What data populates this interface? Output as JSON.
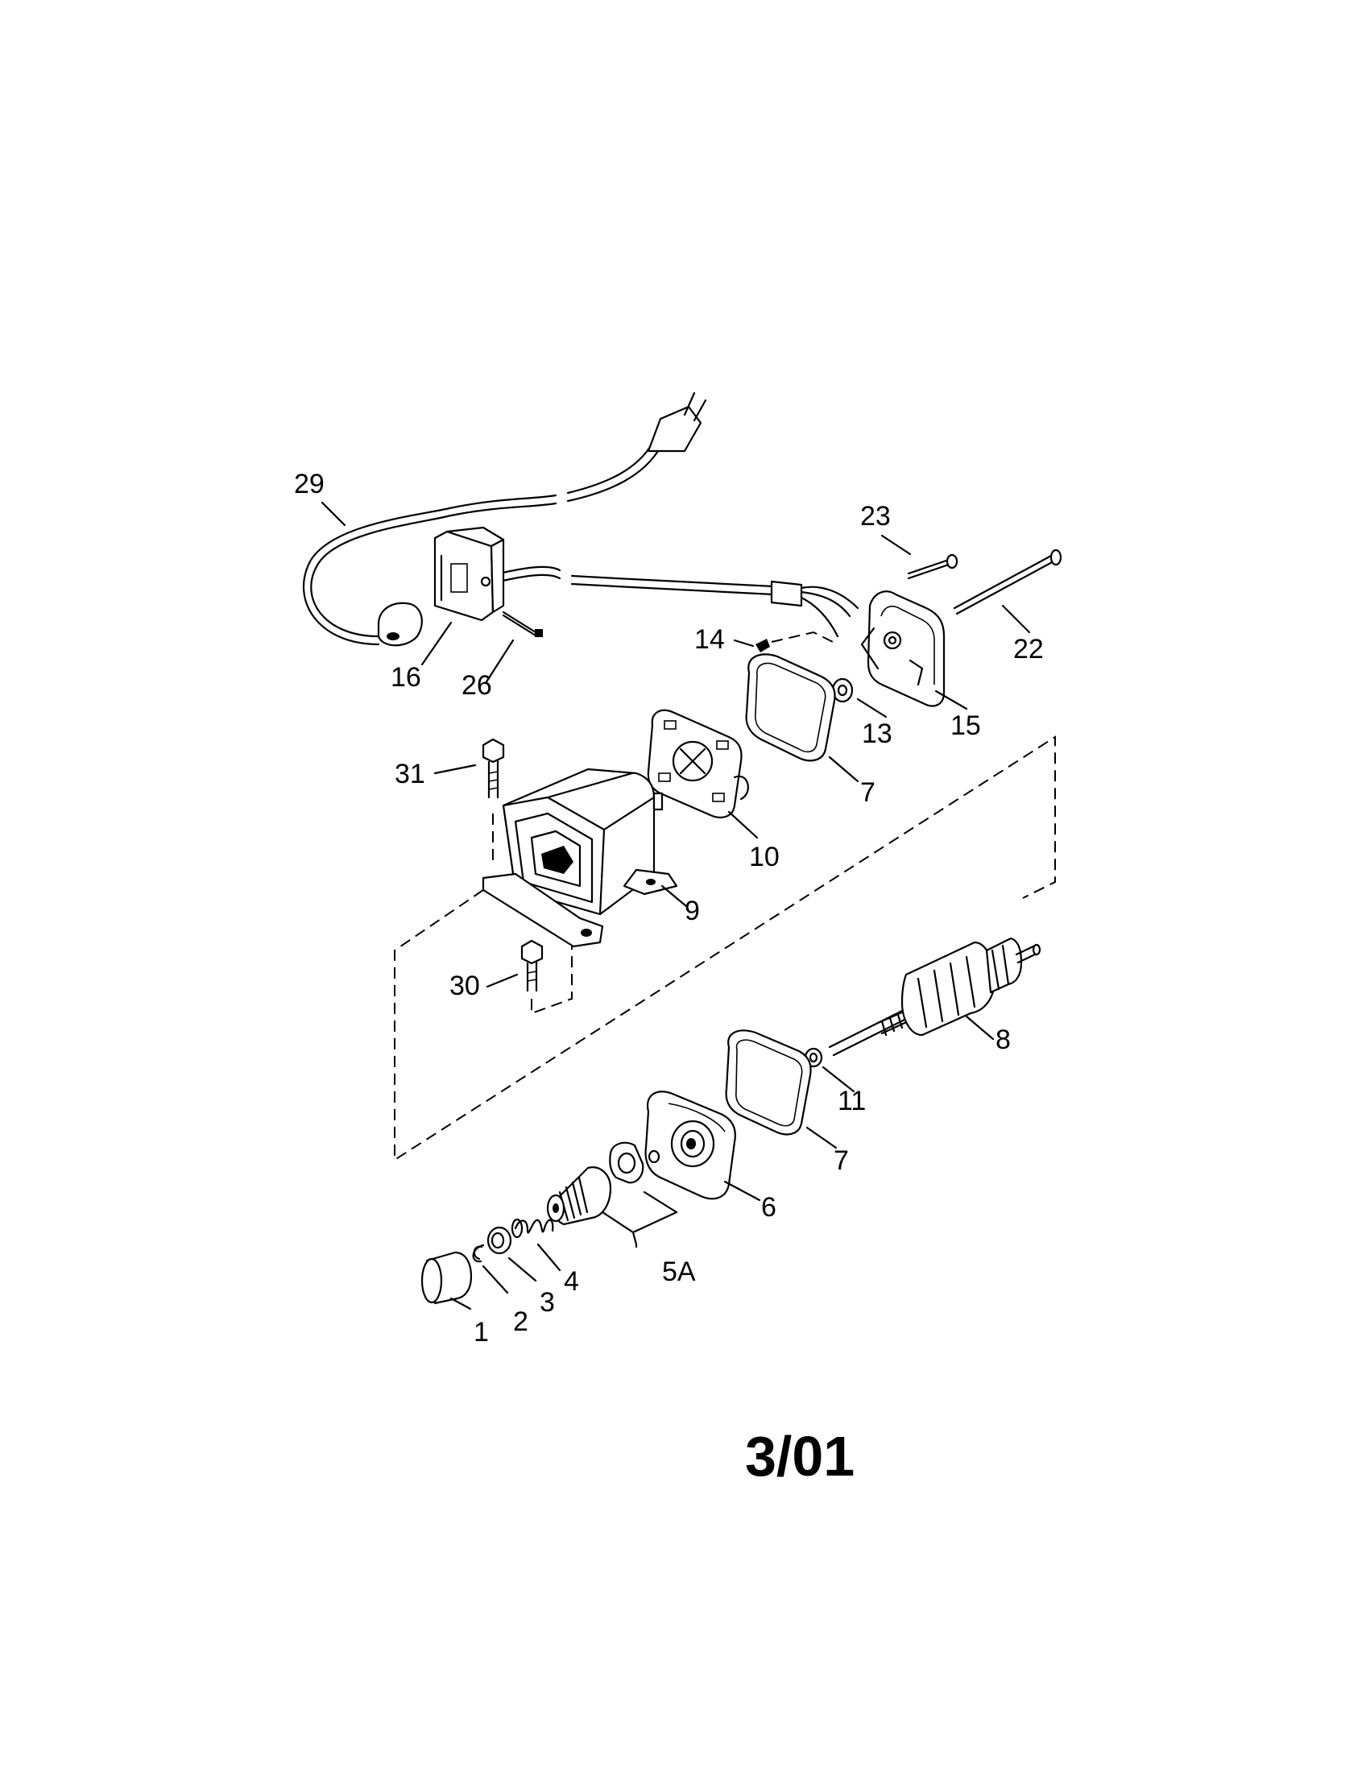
{
  "parts": [
    {
      "id": "p29",
      "label": "29"
    },
    {
      "id": "p16",
      "label": "16"
    },
    {
      "id": "p26",
      "label": "26"
    },
    {
      "id": "p23",
      "label": "23"
    },
    {
      "id": "p22",
      "label": "22"
    },
    {
      "id": "p14",
      "label": "14"
    },
    {
      "id": "p13",
      "label": "13"
    },
    {
      "id": "p15",
      "label": "15"
    },
    {
      "id": "p31",
      "label": "31"
    },
    {
      "id": "p7a",
      "label": "7"
    },
    {
      "id": "p10",
      "label": "10"
    },
    {
      "id": "p9",
      "label": "9"
    },
    {
      "id": "p30",
      "label": "30"
    },
    {
      "id": "p8",
      "label": "8"
    },
    {
      "id": "p11",
      "label": "11"
    },
    {
      "id": "p7b",
      "label": "7"
    },
    {
      "id": "p6",
      "label": "6"
    },
    {
      "id": "p5a",
      "label": "5A"
    },
    {
      "id": "p4",
      "label": "4"
    },
    {
      "id": "p3",
      "label": "3"
    },
    {
      "id": "p2",
      "label": "2"
    },
    {
      "id": "p1",
      "label": "1"
    }
  ],
  "date_stamp": "3/01"
}
